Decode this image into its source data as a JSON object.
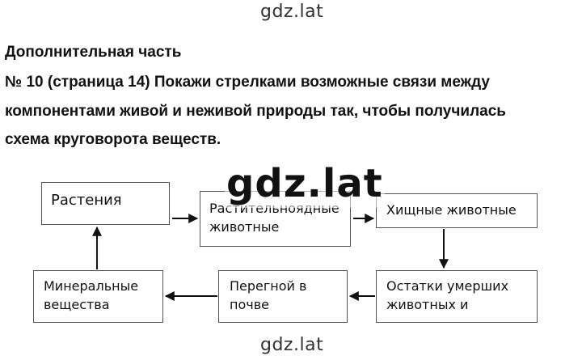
{
  "watermark": {
    "text": "gdz.lat"
  },
  "heading": {
    "section": "Дополнительная часть",
    "task_lines": [
      "№ 10 (страница 14) Покажи стрелками возможные связи между",
      "компонентами живой и неживой природы так, чтобы получилась",
      "схема круговорота веществ."
    ]
  },
  "diagram": {
    "nodes": {
      "plants": "Растения",
      "herbivores": "Растительноядные\nживотные",
      "predators": "Хищные животные",
      "remains": "Остатки умерших\nживотных и",
      "humus": "Перегной в\nпочве",
      "minerals": "Минеральные\nвещества"
    },
    "edges": [
      [
        "plants",
        "herbivores"
      ],
      [
        "herbivores",
        "predators"
      ],
      [
        "predators",
        "remains"
      ],
      [
        "remains",
        "humus"
      ],
      [
        "humus",
        "minerals"
      ],
      [
        "minerals",
        "plants"
      ]
    ]
  }
}
